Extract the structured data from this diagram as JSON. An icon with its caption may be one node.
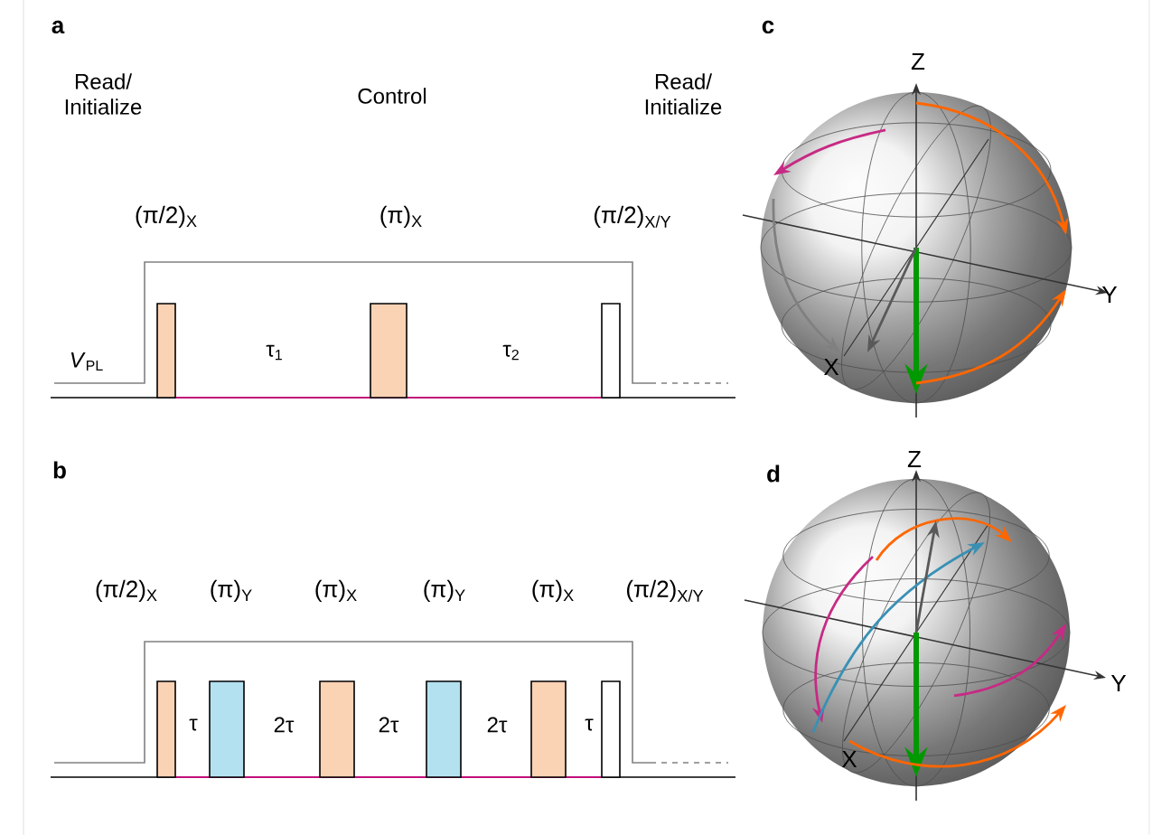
{
  "diagram": {
    "labels": [
      "a",
      "Read/ Initialize",
      "Control",
      "Read/ Initialize",
      "(π/2)$_{X}$",
      "(π)$_{X}$",
      "(π/2)$_{X/Y}$",
      "*V*$_{PL}$",
      "τ$_{1}$",
      "τ$_{2}$",
      "b",
      "(π/2)$_{X}$",
      "(π)$_{Y}$",
      "(π)$_{X}$",
      "(π)$_{Y}$",
      "(π)$_{X}$",
      "(π/2)$_{X/Y}$",
      "τ",
      "2τ",
      "2τ",
      "2τ",
      "τ",
      "c",
      "Z",
      "Y",
      "X",
      "d",
      "Z",
      "Y",
      "X"
    ]
  }
}
